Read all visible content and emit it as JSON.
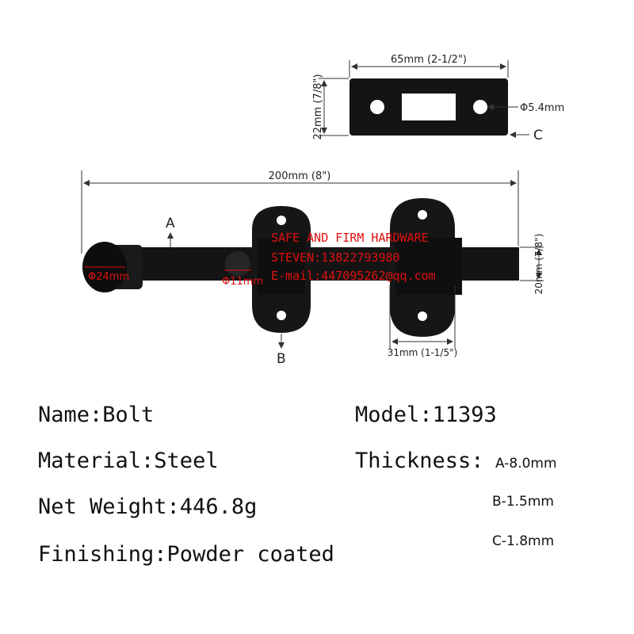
{
  "drawing": {
    "strike_plate": {
      "width_label": "65mm (2-1/2\")",
      "height_label": "22mm (7/8\")",
      "hole_label": "Φ5.4mm",
      "thickness_marker": "C"
    },
    "bolt": {
      "length_label": "200mm (8\")",
      "knob_label": "Φ24mm",
      "pin_label": "Φ11mm",
      "height_label": "20mm (7/8\")",
      "plate_width_label": "31mm (1-1/5\")",
      "marker_a": "A",
      "marker_b": "B"
    },
    "watermark": {
      "line1": "SAFE AND FIRM HARDWARE",
      "line2": "STEVEN:13822793980",
      "line3": "E-mail:447095262@qq.com"
    }
  },
  "specs": {
    "name": "Name:Bolt",
    "material": "Material:Steel",
    "net_weight": "Net Weight:446.8g",
    "finishing": "Finishing:Powder coated",
    "model": "Model:11393",
    "thickness_label": "Thickness:",
    "thickness_a": "A-8.0mm",
    "thickness_b": "B-1.5mm",
    "thickness_c": "C-1.8mm"
  },
  "colors": {
    "metal": "#141414",
    "watermark": "#e01010"
  }
}
